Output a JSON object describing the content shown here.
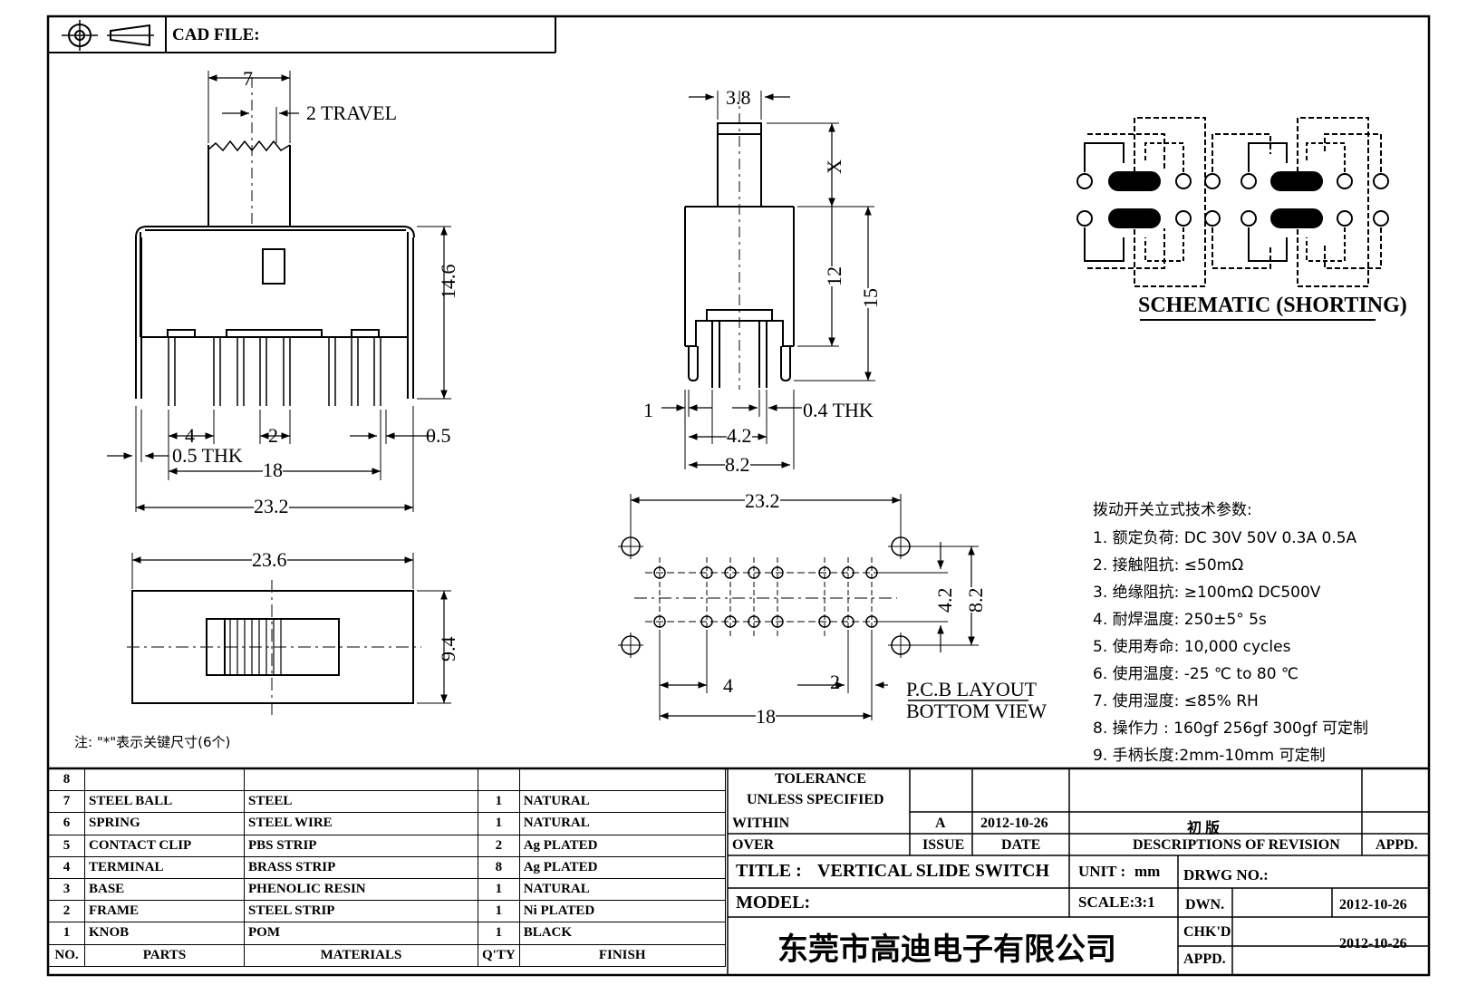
{
  "header": {
    "cad_label": "CAD FILE:"
  },
  "dimensions": {
    "d7": "7",
    "travel": "2  TRAVEL",
    "d14_6": "14.6",
    "d4": "4",
    "d2": "2",
    "d0_5": "0.5",
    "thk_0_5": "0.5  THK",
    "d18": "18",
    "d23_2": "23.2",
    "d23_6": "23.6",
    "d9_4": "9.4",
    "d3_8": "3.8",
    "dX": "X",
    "d12": "12",
    "d15": "15",
    "d1": "1",
    "thk_0_4": "0.4  THK",
    "d4_2": "4.2",
    "d8_2": "8.2",
    "pcb_23_2": "23.2",
    "pcb_4_2": "4.2",
    "pcb_8_2": "8.2",
    "pcb_4": "4",
    "pcb_2": "2",
    "pcb_18": "18"
  },
  "labels": {
    "schematic": "SCHEMATIC (SHORTING)",
    "pcb_layout": "P.C.B  LAYOUT",
    "bottom_view": "BOTTOM  VIEW",
    "note": "注: \"*\"表示关键尺寸(6个)"
  },
  "specs": {
    "title": "拨动开关立式技术参数:",
    "items": [
      "1.  额定负荷: DC 30V    50V    0.3A    0.5A",
      "2.  接触阻抗:  ≤50mΩ",
      "3.  绝缘阻抗:  ≥100mΩ   DC500V",
      "4.  耐焊温度: 250±5°  5s",
      "5.  使用寿命: 10,000 cycles",
      "6.  使用温度: -25  ℃   to 80  ℃",
      "7.  使用湿度:  ≤85% RH",
      "8.  操作力 : 160gf    256gf    300gf   可定制",
      "9.  手柄长度:2mm-10mm   可定制"
    ]
  },
  "bom": {
    "rows": [
      {
        "no": "8",
        "part": "",
        "material": "",
        "qty": "",
        "finish": ""
      },
      {
        "no": "7",
        "part": "STEEL BALL",
        "material": "STEEL",
        "qty": "1",
        "finish": "NATURAL"
      },
      {
        "no": "6",
        "part": "SPRING",
        "material": "STEEL WIRE",
        "qty": "1",
        "finish": "NATURAL"
      },
      {
        "no": "5",
        "part": "CONTACT CLIP",
        "material": "PBS STRIP",
        "qty": "2",
        "finish": "Ag PLATED"
      },
      {
        "no": "4",
        "part": "TERMINAL",
        "material": "BRASS STRIP",
        "qty": "8",
        "finish": "Ag PLATED"
      },
      {
        "no": "3",
        "part": "BASE",
        "material": "PHENOLIC RESIN",
        "qty": "1",
        "finish": "NATURAL"
      },
      {
        "no": "2",
        "part": "FRAME",
        "material": "STEEL STRIP",
        "qty": "1",
        "finish": "Ni PLATED"
      },
      {
        "no": "1",
        "part": "KNOB",
        "material": "POM",
        "qty": "1",
        "finish": "BLACK"
      }
    ],
    "headers": {
      "no": "NO.",
      "part": "PARTS",
      "material": "MATERIALS",
      "qty": "Q'TY",
      "finish": "FINISH"
    }
  },
  "titleblock": {
    "tolerance": "TOLERANCE",
    "unless": "UNLESS  SPECIFIED",
    "within": "WITHIN",
    "over": "OVER",
    "rev": "A",
    "rev_date": "2012-10-26",
    "rev_desc": "初  版",
    "issue": "ISSUE",
    "date": "DATE",
    "desc": "DESCRIPTIONS OF REVISION",
    "appd": "APPD.",
    "title_label": "TITLE :",
    "title_value": "VERTICAL  SLIDE  SWITCH",
    "unit_label": "UNIT :",
    "unit_value": "mm",
    "drwg_no": "DRWG NO.:",
    "model": "MODEL:",
    "scale_label": "SCALE:",
    "scale_value": "3:1",
    "dwn": "DWN.",
    "dwn_date": "2012-10-26",
    "chkd": "CHK'D",
    "chkd_date": "2012-10-26",
    "appd2": "APPD.",
    "company": "东莞市高迪电子有限公司"
  }
}
